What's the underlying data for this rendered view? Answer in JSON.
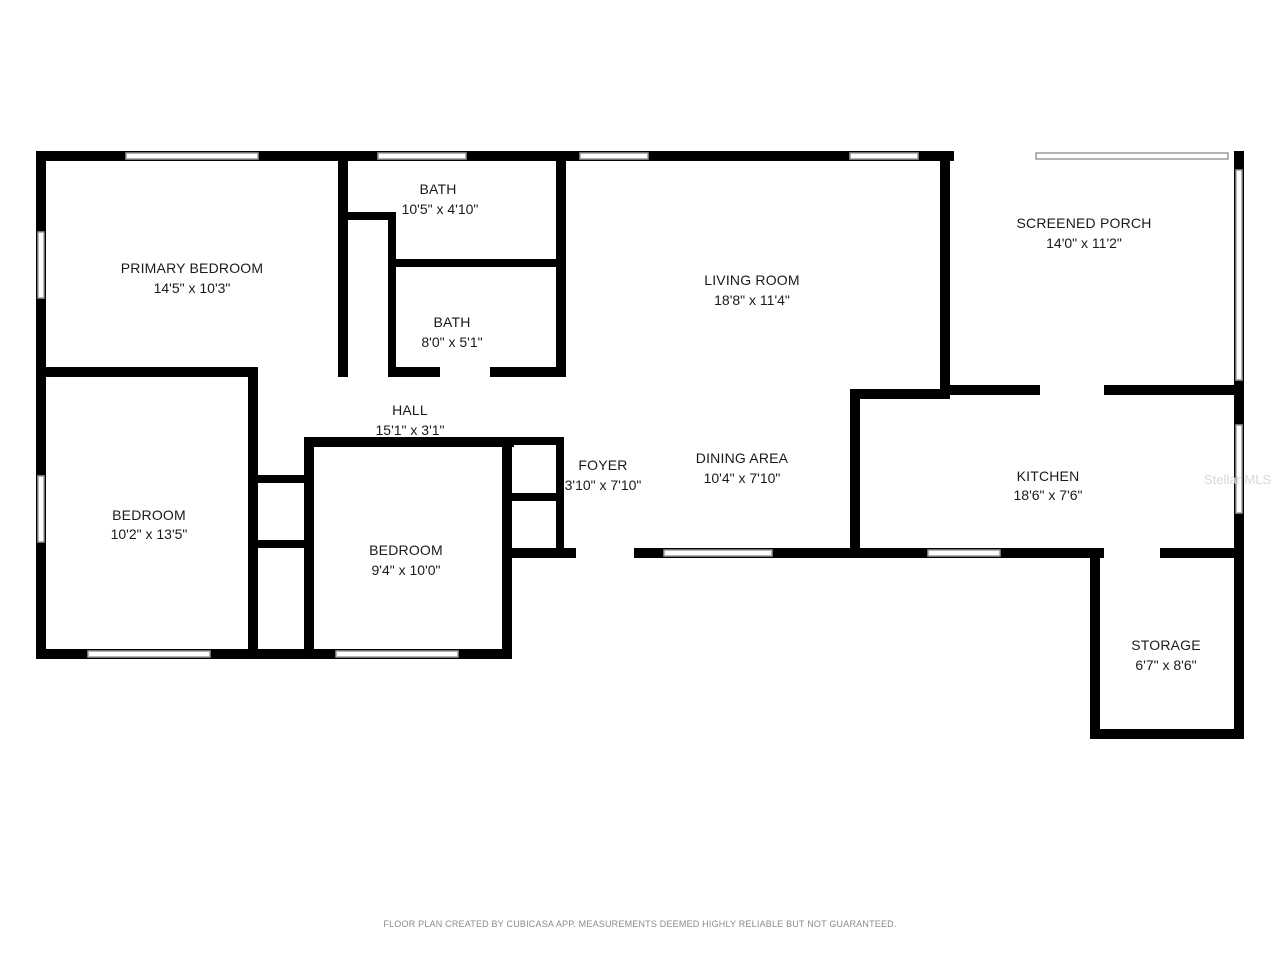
{
  "rooms": {
    "primary_bedroom": {
      "name": "PRIMARY BEDROOM",
      "dims": "14'5\" x 10'3\""
    },
    "bath_1": {
      "name": "BATH",
      "dims": "10'5\" x 4'10\""
    },
    "bath_2": {
      "name": "BATH",
      "dims": "8'0\" x 5'1\""
    },
    "living_room": {
      "name": "LIVING ROOM",
      "dims": "18'8\" x 11'4\""
    },
    "screened_porch": {
      "name": "SCREENED PORCH",
      "dims": "14'0\" x 11'2\""
    },
    "hall": {
      "name": "HALL",
      "dims": "15'1\" x 3'1\""
    },
    "foyer": {
      "name": "FOYER",
      "dims": "3'10\" x 7'10\""
    },
    "dining_area": {
      "name": "DINING AREA",
      "dims": "10'4\" x 7'10\""
    },
    "kitchen": {
      "name": "KITCHEN",
      "dims": "18'6\" x 7'6\""
    },
    "bedroom_1": {
      "name": "BEDROOM",
      "dims": "10'2\" x 13'5\""
    },
    "bedroom_2": {
      "name": "BEDROOM",
      "dims": "9'4\" x 10'0\""
    },
    "storage": {
      "name": "STORAGE",
      "dims": "6'7\" x 8'6\""
    }
  },
  "footer": "FLOOR PLAN CREATED BY CUBICASA APP. MEASUREMENTS DEEMED HIGHLY RELIABLE BUT NOT GUARANTEED.",
  "watermark": "Stellar MLS",
  "colors": {
    "wall": "#000000",
    "window": "#9a9a9a",
    "background": "#ffffff",
    "text": "#1a1a1a"
  }
}
